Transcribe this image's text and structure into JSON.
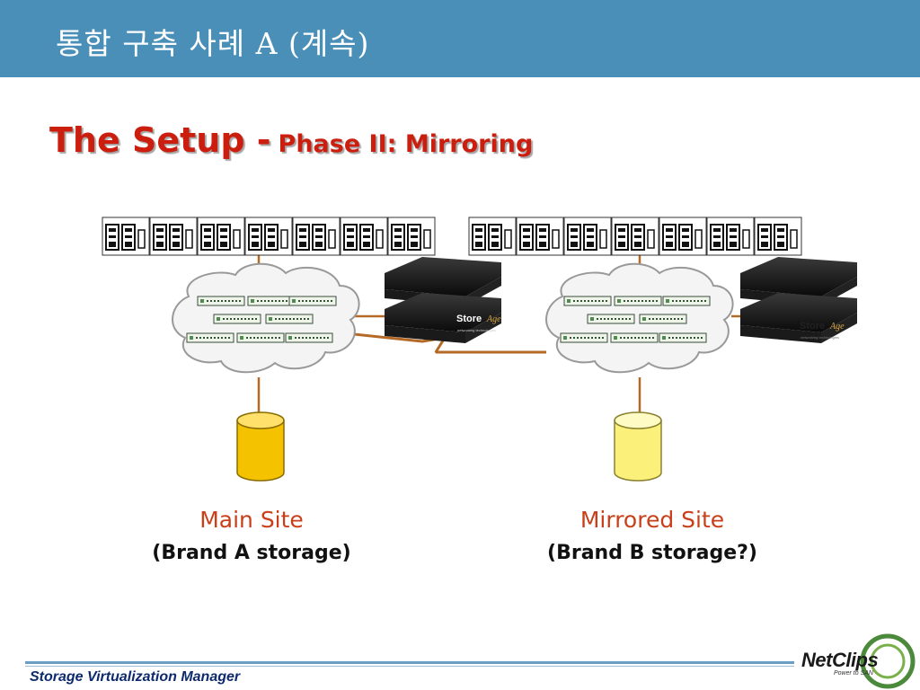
{
  "slide": {
    "header_title": "통합 구축 사례 A (계속)",
    "setup_title": "The Setup -",
    "setup_phase": "Phase II: Mirroring"
  },
  "diagram": {
    "appliance_brand": "Store",
    "appliance_brand_suffix": "Age",
    "appliance_tagline": "networking technologies",
    "main_site": {
      "name": "Main Site",
      "storage": "(Brand A storage)",
      "color": "#f5c200"
    },
    "mirrored_site": {
      "name": "Mirrored Site",
      "storage": "(Brand B storage?)",
      "color": "#fbf07a"
    },
    "label_color": "#c8401a",
    "link_color": "#b46a26"
  },
  "footer": {
    "text": "Storage Virtualization Manager",
    "logo_text": "NetClips",
    "logo_tagline": "Power to SAN"
  }
}
